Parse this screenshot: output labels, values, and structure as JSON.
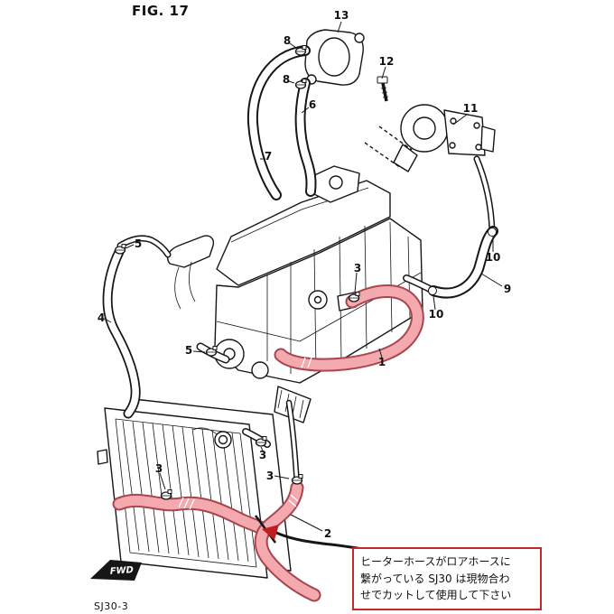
{
  "figure": {
    "title": "FIG. 17",
    "doc_code": "SJ30-3"
  },
  "fwd_flag": {
    "label": "FWD"
  },
  "note": {
    "line1": "ヒーターホースがロアホースに",
    "line2": "繋がっている SJ30 は現物合わ",
    "line3": "せでカットして使用して下さい"
  },
  "colors": {
    "hose_highlight_fill": "#f3a9ae",
    "hose_highlight_edge": "#a8454e",
    "note_border": "#c42a2a",
    "line_art": "#161616",
    "arrowhead": "#c01f1f"
  },
  "part_labels": {
    "p13": "13",
    "p8a": "8",
    "p8b": "8",
    "p12": "12",
    "p11": "11",
    "p6": "6",
    "p7": "7",
    "p5a": "5",
    "p5b": "5",
    "p4": "4",
    "p3a": "3",
    "p10a": "10",
    "p9": "9",
    "p10b": "10",
    "p1": "1",
    "p3b": "3",
    "p3c": "3",
    "p3d": "3",
    "p2": "2"
  }
}
